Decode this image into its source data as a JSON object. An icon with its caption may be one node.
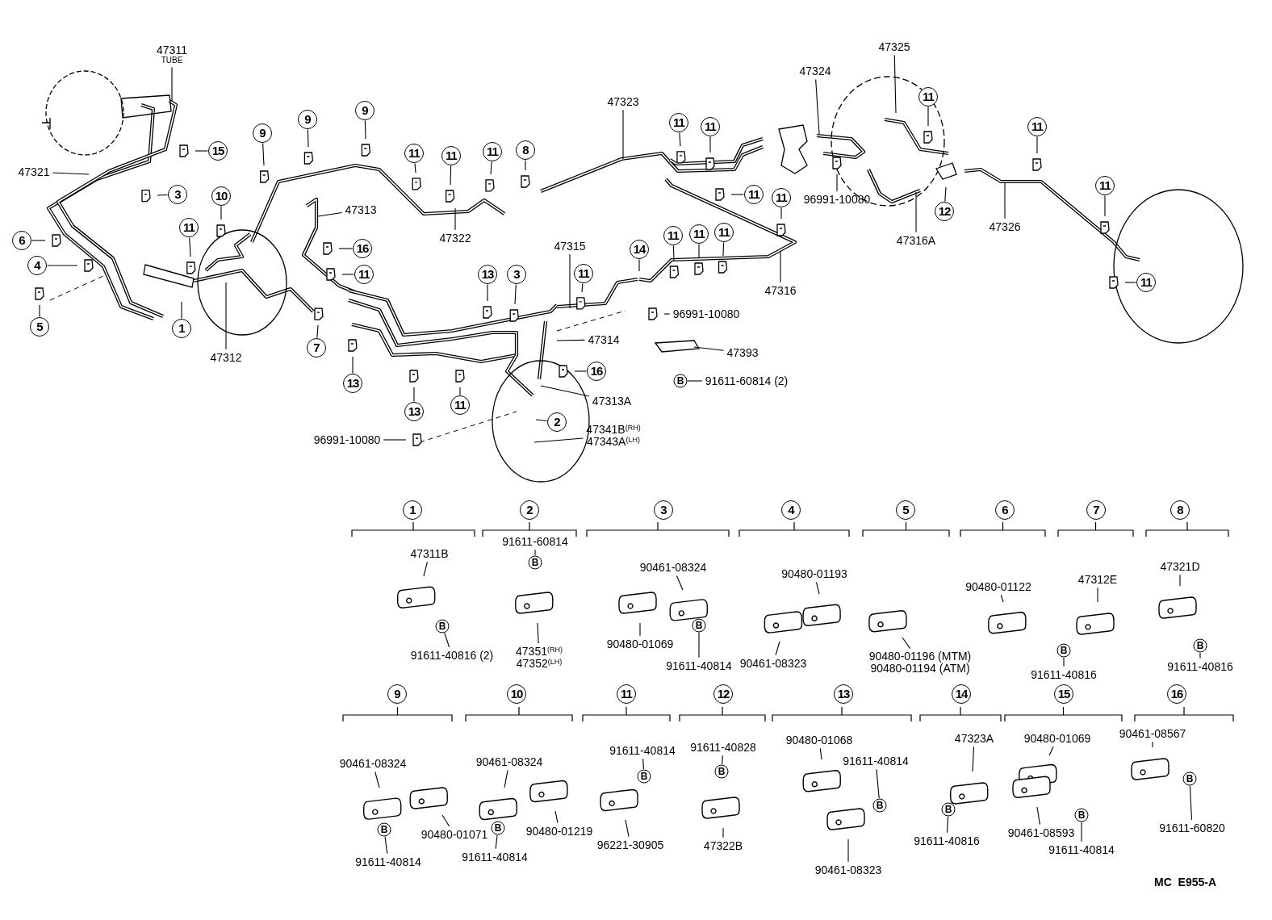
{
  "diagram": {
    "nodes": [
      {
        "text": [
          "47311",
          "TUBE"
        ]
      },
      {
        "text": [
          "47321"
        ]
      },
      {
        "text": [
          "15"
        ]
      },
      {
        "text": [
          "3"
        ]
      },
      {
        "text": [
          "9"
        ]
      },
      {
        "text": [
          "9"
        ]
      },
      {
        "text": [
          "9"
        ]
      },
      {
        "text": [
          "10"
        ]
      },
      {
        "text": [
          "11"
        ]
      },
      {
        "text": [
          "6"
        ]
      },
      {
        "text": [
          "4"
        ]
      },
      {
        "text": [
          "5"
        ]
      },
      {
        "text": [
          "1"
        ]
      },
      {
        "text": [
          "47312"
        ]
      },
      {
        "text": [
          "47313"
        ]
      },
      {
        "text": [
          "16"
        ]
      },
      {
        "text": [
          "11"
        ]
      },
      {
        "text": [
          "7"
        ]
      },
      {
        "text": [
          "13"
        ]
      },
      {
        "text": [
          "13"
        ]
      },
      {
        "text": [
          "11"
        ]
      },
      {
        "text": [
          "96991-10080"
        ]
      },
      {
        "text": [
          "11"
        ]
      },
      {
        "text": [
          "11"
        ]
      },
      {
        "text": [
          "11"
        ]
      },
      {
        "text": [
          "8"
        ]
      },
      {
        "text": [
          "47322"
        ]
      },
      {
        "text": [
          "47323"
        ]
      },
      {
        "text": [
          "11"
        ]
      },
      {
        "text": [
          "11"
        ]
      },
      {
        "text": [
          "47324"
        ]
      },
      {
        "text": [
          "47325"
        ]
      },
      {
        "text": [
          "11"
        ]
      },
      {
        "text": [
          "11"
        ]
      },
      {
        "text": [
          "11"
        ]
      },
      {
        "text": [
          "11"
        ]
      },
      {
        "text": [
          "96991-10080"
        ]
      },
      {
        "text": [
          "47316A"
        ]
      },
      {
        "text": [
          "12"
        ]
      },
      {
        "text": [
          "47326"
        ]
      },
      {
        "text": [
          "11"
        ]
      },
      {
        "text": [
          "11"
        ]
      },
      {
        "text": [
          "13"
        ]
      },
      {
        "text": [
          "3"
        ]
      },
      {
        "text": [
          "47315"
        ]
      },
      {
        "text": [
          "11"
        ]
      },
      {
        "text": [
          "14"
        ]
      },
      {
        "text": [
          "11"
        ]
      },
      {
        "text": [
          "11"
        ]
      },
      {
        "text": [
          "11"
        ]
      },
      {
        "text": [
          "47316"
        ]
      },
      {
        "text": [
          "96991-10080"
        ]
      },
      {
        "text": [
          "47314"
        ]
      },
      {
        "text": [
          "16"
        ]
      },
      {
        "text": [
          "47393"
        ]
      },
      {
        "text": [
          "B"
        ]
      },
      {
        "text": [
          "91611-60814 (2)"
        ]
      },
      {
        "text": [
          "47313A"
        ]
      },
      {
        "text": [
          "2"
        ]
      },
      {
        "text": [
          "47341B$^{(RH)}$",
          "47343A$^{(LH)}$"
        ]
      },
      {
        "text": [
          "47311B"
        ]
      },
      {
        "text": [
          "B"
        ]
      },
      {
        "text": [
          "91611-40816 (2)"
        ]
      },
      {
        "text": [
          "91611-60814"
        ]
      },
      {
        "text": [
          "B"
        ]
      },
      {
        "text": [
          "47351$^{(RH)}$",
          "47352$^{(LH)}$"
        ]
      },
      {
        "text": [
          "90461-08324"
        ]
      },
      {
        "text": [
          "90480-01069"
        ]
      },
      {
        "text": [
          "B"
        ]
      },
      {
        "text": [
          "91611-40814"
        ]
      },
      {
        "text": [
          "90480-01193"
        ]
      },
      {
        "text": [
          "90461-08323"
        ]
      },
      {
        "text": [
          "90480-01196 (MTM)",
          "90480-01194 (ATM)"
        ]
      },
      {
        "text": [
          "90480-01122"
        ]
      },
      {
        "text": [
          "47312E"
        ]
      },
      {
        "text": [
          "B"
        ]
      },
      {
        "text": [
          "91611-40816"
        ]
      },
      {
        "text": [
          "47321D"
        ]
      },
      {
        "text": [
          "B"
        ]
      },
      {
        "text": [
          "91611-40816"
        ]
      },
      {
        "text": [
          "90461-08324"
        ]
      },
      {
        "text": [
          "90480-01071"
        ]
      },
      {
        "text": [
          "B"
        ]
      },
      {
        "text": [
          "91611-40814"
        ]
      },
      {
        "text": [
          "90461-08324"
        ]
      },
      {
        "text": [
          "90480-01219"
        ]
      },
      {
        "text": [
          "B"
        ]
      },
      {
        "text": [
          "91611-40814"
        ]
      },
      {
        "text": [
          "91611-40814"
        ]
      },
      {
        "text": [
          "B"
        ]
      },
      {
        "text": [
          "96221-30905"
        ]
      },
      {
        "text": [
          "91611-40828"
        ]
      },
      {
        "text": [
          "B"
        ]
      },
      {
        "text": [
          "47322B"
        ]
      },
      {
        "text": [
          "90480-01068"
        ]
      },
      {
        "text": [
          "91611-40814"
        ]
      },
      {
        "text": [
          "B"
        ]
      },
      {
        "text": [
          "90461-08323"
        ]
      },
      {
        "text": [
          "47323A"
        ]
      },
      {
        "text": [
          "B"
        ]
      },
      {
        "text": [
          "91611-40816"
        ]
      },
      {
        "text": [
          "90480-01069"
        ]
      },
      {
        "text": [
          "90461-08593"
        ]
      },
      {
        "text": [
          "B"
        ]
      },
      {
        "text": [
          "91611-40814"
        ]
      },
      {
        "text": [
          "90461-08567"
        ]
      },
      {
        "text": [
          "B"
        ]
      },
      {
        "text": [
          "91611-60820"
        ]
      },
      {
        "text": [
          "1"
        ]
      },
      {
        "text": [
          "2"
        ]
      },
      {
        "text": [
          "3"
        ]
      },
      {
        "text": [
          "4"
        ]
      },
      {
        "text": [
          "5"
        ]
      },
      {
        "text": [
          "6"
        ]
      },
      {
        "text": [
          "7"
        ]
      },
      {
        "text": [
          "8"
        ]
      },
      {
        "text": [
          "9"
        ]
      },
      {
        "text": [
          "10"
        ]
      },
      {
        "text": [
          "11"
        ]
      },
      {
        "text": [
          "12"
        ]
      },
      {
        "text": [
          "13"
        ]
      },
      {
        "text": [
          "14"
        ]
      },
      {
        "text": [
          "15"
        ]
      },
      {
        "text": [
          "16"
        ]
      }
    ],
    "edges": [
      {
        "from": 0,
        "to": null,
        "arrow": "none"
      },
      {
        "from": 1,
        "to": null,
        "arrow": "none"
      },
      {
        "from": 2,
        "to": null,
        "arrow": "none"
      },
      {
        "from": 3,
        "to": null,
        "arrow": "none"
      },
      {
        "from": 4,
        "to": null,
        "arrow": "none"
      },
      {
        "from": 5,
        "to": null,
        "arrow": "none"
      },
      {
        "from": 6,
        "to": null,
        "arrow": "none"
      },
      {
        "from": 7,
        "to": null,
        "arrow": "none"
      },
      {
        "from": 8,
        "to": null,
        "arrow": "none"
      },
      {
        "from": 9,
        "to": null,
        "arrow": "none"
      },
      {
        "from": 10,
        "to": null,
        "arrow": "none"
      },
      {
        "from": 11,
        "to": null,
        "arrow": "none"
      },
      {
        "from": 12,
        "to": null,
        "arrow": "none"
      },
      {
        "from": 13,
        "to": null,
        "arrow": "none"
      },
      {
        "from": 14,
        "to": null,
        "arrow": "none"
      },
      {
        "from": 15,
        "to": null,
        "arrow": "none"
      },
      {
        "from": 16,
        "to": null,
        "arrow": "none"
      },
      {
        "from": 17,
        "to": null,
        "arrow": "none"
      },
      {
        "from": 18,
        "to": null,
        "arrow": "none"
      },
      {
        "from": 19,
        "to": null,
        "arrow": "none"
      },
      {
        "from": 20,
        "to": null,
        "arrow": "none"
      },
      {
        "from": 21,
        "to": null,
        "arrow": "none"
      },
      {
        "from": 22,
        "to": null,
        "arrow": "none"
      },
      {
        "from": 23,
        "to": null,
        "arrow": "none"
      },
      {
        "from": 24,
        "to": null,
        "arrow": "none"
      },
      {
        "from": 25,
        "to": null,
        "arrow": "none"
      },
      {
        "from": 26,
        "to": null,
        "arrow": "none"
      },
      {
        "from": 27,
        "to": null,
        "arrow": "none"
      },
      {
        "from": 28,
        "to": null,
        "arrow": "none"
      },
      {
        "from": 29,
        "to": null,
        "arrow": "none"
      },
      {
        "from": 30,
        "to": null,
        "arrow": "none"
      },
      {
        "from": 31,
        "to": null,
        "arrow": "none"
      },
      {
        "from": 32,
        "to": null,
        "arrow": "none"
      },
      {
        "from": 33,
        "to": null,
        "arrow": "none"
      },
      {
        "from": 34,
        "to": null,
        "arrow": "none"
      },
      {
        "from": 35,
        "to": null,
        "arrow": "none"
      },
      {
        "from": 36,
        "to": null,
        "arrow": "none"
      },
      {
        "from": 37,
        "to": null,
        "arrow": "none"
      },
      {
        "from": 38,
        "to": null,
        "arrow": "none"
      },
      {
        "from": 39,
        "to": null,
        "arrow": "none"
      },
      {
        "from": 40,
        "to": null,
        "arrow": "none"
      },
      {
        "from": 41,
        "to": null,
        "arrow": "none"
      },
      {
        "from": 42,
        "to": null,
        "arrow": "none"
      },
      {
        "from": 43,
        "to": null,
        "arrow": "none"
      },
      {
        "from": 44,
        "to": null,
        "arrow": "none"
      },
      {
        "from": 45,
        "to": null,
        "arrow": "none"
      },
      {
        "from": 46,
        "to": null,
        "arrow": "none"
      },
      {
        "from": 47,
        "to": null,
        "arrow": "none"
      },
      {
        "from": 48,
        "to": null,
        "arrow": "none"
      },
      {
        "from": 49,
        "to": null,
        "arrow": "none"
      },
      {
        "from": 50,
        "to": null,
        "arrow": "none"
      },
      {
        "from": 51,
        "to": null,
        "arrow": "none"
      },
      {
        "from": 52,
        "to": null,
        "arrow": "none"
      },
      {
        "from": 53,
        "to": null,
        "arrow": "none"
      },
      {
        "from": 54,
        "to": null,
        "arrow": "none"
      },
      {
        "from": 56,
        "to": 55,
        "arrow": "none"
      },
      {
        "from": 57,
        "to": null,
        "arrow": "none"
      },
      {
        "from": 58,
        "to": null,
        "arrow": "none"
      },
      {
        "from": 59,
        "to": null,
        "arrow": "none"
      },
      {
        "from": 60,
        "to": null,
        "arrow": "none"
      },
      {
        "from": 62,
        "to": 61,
        "arrow": "none"
      },
      {
        "from": 63,
        "to": 64,
        "arrow": "none"
      },
      {
        "from": 65,
        "to": null,
        "arrow": "none"
      },
      {
        "from": 66,
        "to": null,
        "arrow": "none"
      },
      {
        "from": 67,
        "to": null,
        "arrow": "none"
      },
      {
        "from": 69,
        "to": 68,
        "arrow": "none"
      },
      {
        "from": 70,
        "to": null,
        "arrow": "none"
      },
      {
        "from": 71,
        "to": null,
        "arrow": "none"
      },
      {
        "from": 72,
        "to": null,
        "arrow": "none"
      },
      {
        "from": 73,
        "to": null,
        "arrow": "none"
      },
      {
        "from": 74,
        "to": null,
        "arrow": "none"
      },
      {
        "from": 76,
        "to": 75,
        "arrow": "none"
      },
      {
        "from": 77,
        "to": null,
        "arrow": "none"
      },
      {
        "from": 79,
        "to": 78,
        "arrow": "none"
      },
      {
        "from": 80,
        "to": null,
        "arrow": "none"
      },
      {
        "from": 81,
        "to": null,
        "arrow": "none"
      },
      {
        "from": 83,
        "to": 82,
        "arrow": "none"
      },
      {
        "from": 84,
        "to": null,
        "arrow": "none"
      },
      {
        "from": 85,
        "to": null,
        "arrow": "none"
      },
      {
        "from": 87,
        "to": 86,
        "arrow": "none"
      },
      {
        "from": 88,
        "to": 89,
        "arrow": "none"
      },
      {
        "from": 90,
        "to": null,
        "arrow": "none"
      },
      {
        "from": 91,
        "to": 92,
        "arrow": "none"
      },
      {
        "from": 93,
        "to": null,
        "arrow": "none"
      },
      {
        "from": 94,
        "to": null,
        "arrow": "none"
      },
      {
        "from": 95,
        "to": 96,
        "arrow": "none"
      },
      {
        "from": 97,
        "to": null,
        "arrow": "none"
      },
      {
        "from": 98,
        "to": null,
        "arrow": "none"
      },
      {
        "from": 100,
        "to": 99,
        "arrow": "none"
      },
      {
        "from": 101,
        "to": null,
        "arrow": "none"
      },
      {
        "from": 102,
        "to": null,
        "arrow": "none"
      },
      {
        "from": 104,
        "to": 103,
        "arrow": "none"
      },
      {
        "from": 105,
        "to": null,
        "arrow": "none"
      },
      {
        "from": 107,
        "to": 106,
        "arrow": "none"
      }
    ],
    "labels": [
      "MC  E955-A"
    ]
  }
}
